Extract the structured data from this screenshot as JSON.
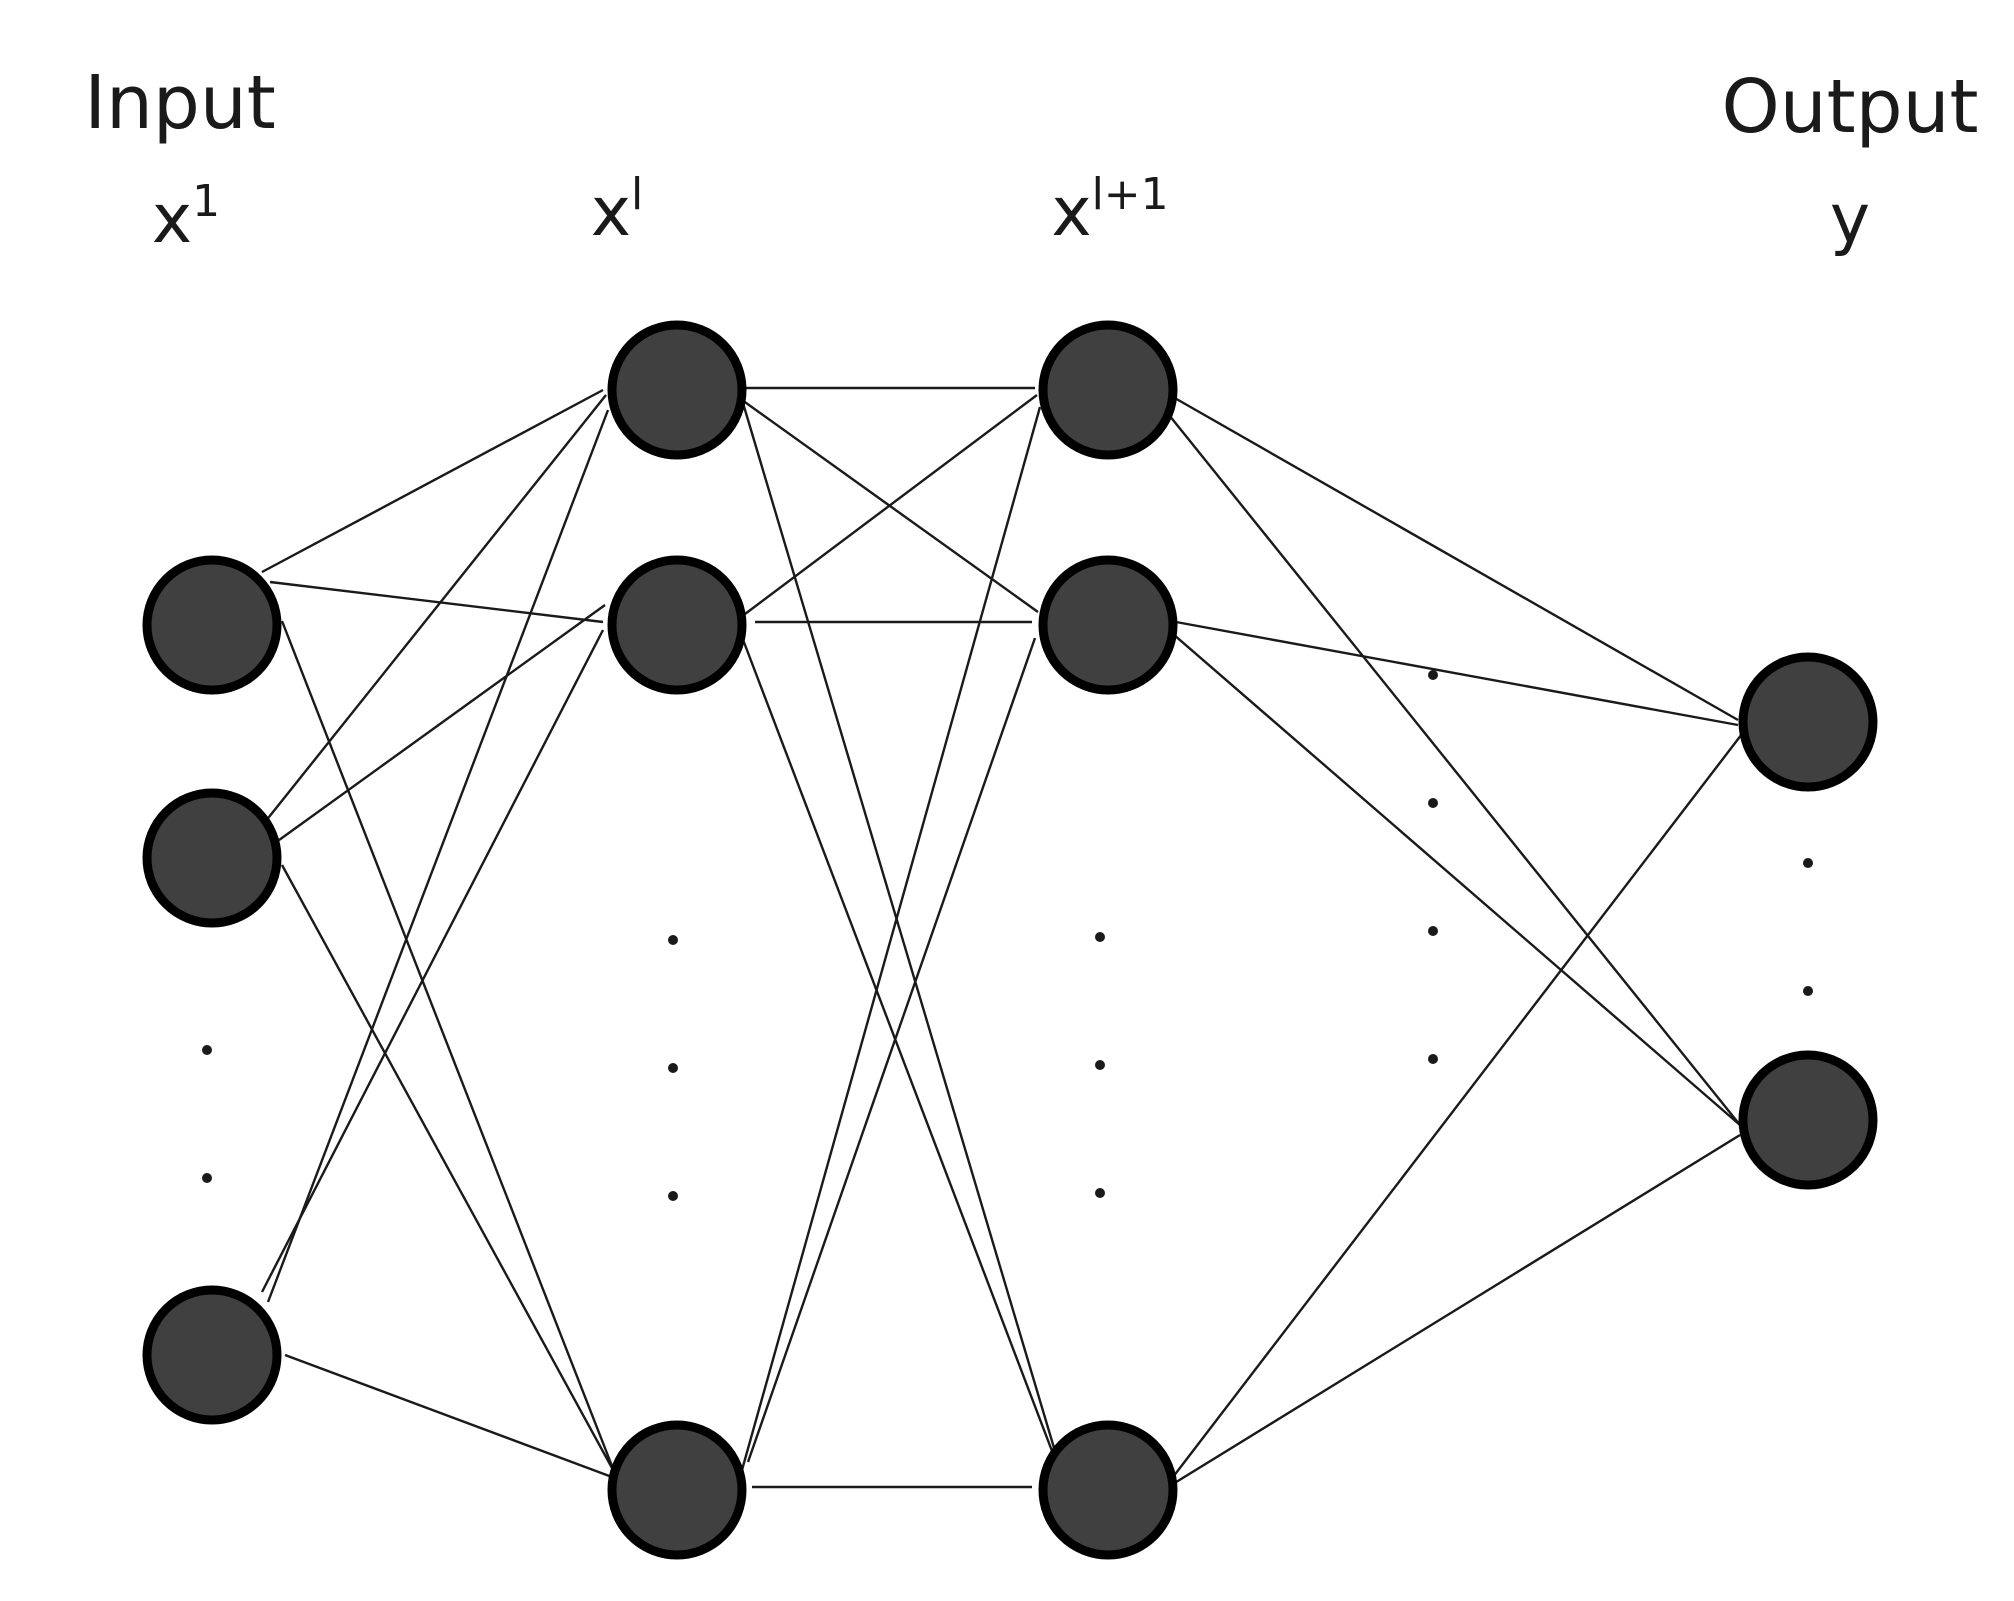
{
  "diagram": {
    "layers": [
      {
        "title": "Input",
        "var_base": "x",
        "var_sup": "1"
      },
      {
        "title": "",
        "var_base": "x",
        "var_sup": "l"
      },
      {
        "title": "",
        "var_base": "x",
        "var_sup": "l+1"
      },
      {
        "title": "Output",
        "var_base": "y",
        "var_sup": ""
      }
    ],
    "node_color": "#404040",
    "outline_color": "#000000",
    "edge_color": "#1a1a1a"
  }
}
